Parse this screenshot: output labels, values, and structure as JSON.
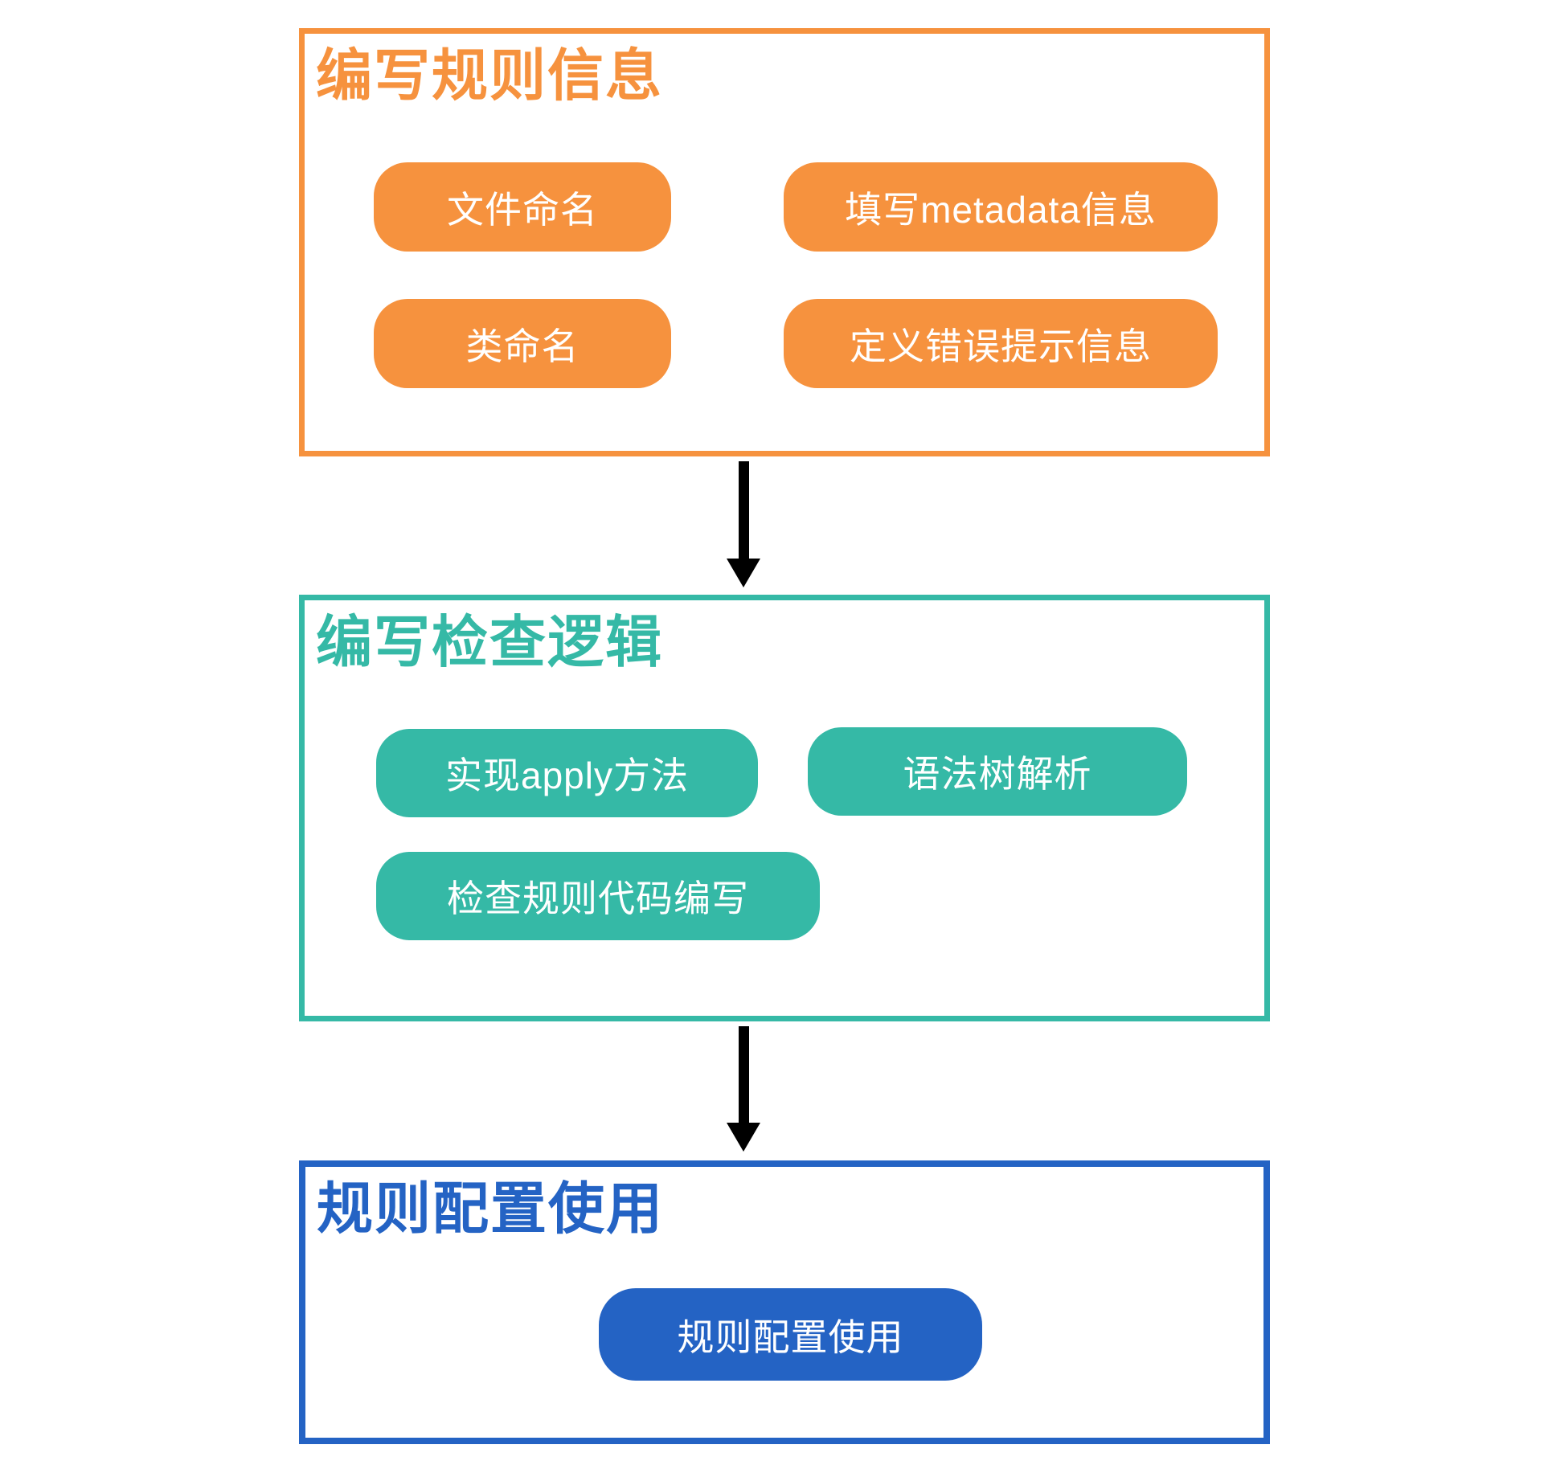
{
  "diagram": {
    "background": "#ffffff",
    "colors": {
      "step1_accent": "#F6923E",
      "step2_accent": "#35B9A6",
      "step3_accent": "#2463C4",
      "arrow": "#000000",
      "pill_text": "#ffffff"
    },
    "icons": {
      "arrow_down": "solid black down-arrow (stem + triangle head)"
    },
    "sections": [
      {
        "title": "编写规则信息",
        "pills": [
          "文件命名",
          "填写metadata信息",
          "类命名",
          "定义错误提示信息"
        ]
      },
      {
        "title": "编写检查逻辑",
        "pills": [
          "实现apply方法",
          "语法树解析",
          "检查规则代码编写"
        ]
      },
      {
        "title": "规则配置使用",
        "pills": [
          "规则配置使用"
        ]
      }
    ]
  }
}
